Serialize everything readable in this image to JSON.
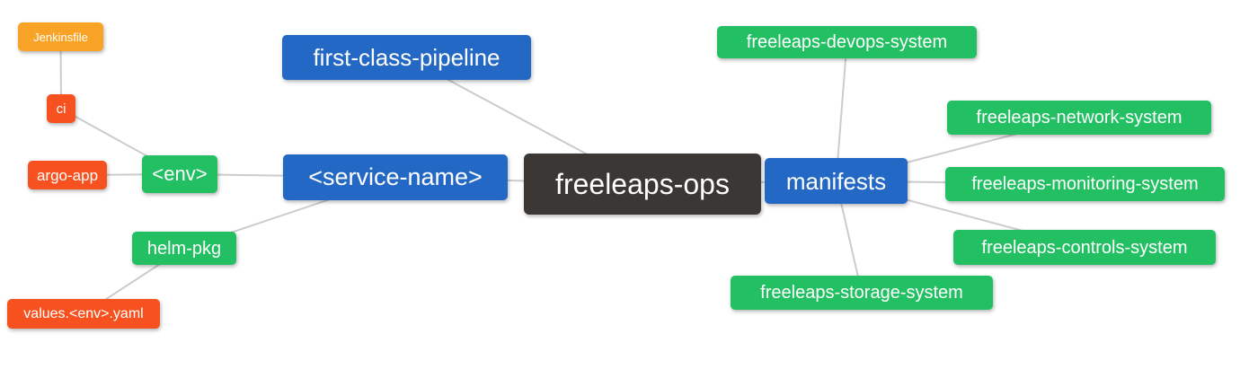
{
  "palette": {
    "root_bg": "#3b3735",
    "primary_bg": "#2368c4",
    "green_bg": "#23c063",
    "red_bg": "#f85120",
    "orange_bg": "#f9a326",
    "edge_color": "#cccccc",
    "text_color": "#ffffff"
  },
  "mindmap": {
    "root_id": "root",
    "nodes": {
      "jenkinsfile": {
        "label": "Jenkinsfile",
        "role": "orange"
      },
      "ci": {
        "label": "ci",
        "role": "red"
      },
      "argo-app": {
        "label": "argo-app",
        "role": "red"
      },
      "env": {
        "label": "<env>",
        "role": "green"
      },
      "service": {
        "label": "<service-name>",
        "role": "branch"
      },
      "pipeline": {
        "label": "first-class-pipeline",
        "role": "branch"
      },
      "root": {
        "label": "freeleaps-ops",
        "role": "root"
      },
      "manifests": {
        "label": "manifests",
        "role": "branch"
      },
      "helm": {
        "label": "helm-pkg",
        "role": "green"
      },
      "values": {
        "label": "values.<env>.yaml",
        "role": "red"
      },
      "devops": {
        "label": "freeleaps-devops-system",
        "role": "green"
      },
      "network": {
        "label": "freeleaps-network-system",
        "role": "green"
      },
      "monitoring": {
        "label": "freeleaps-monitoring-system",
        "role": "green"
      },
      "controls": {
        "label": "freeleaps-controls-system",
        "role": "green"
      },
      "storage": {
        "label": "freeleaps-storage-system",
        "role": "green"
      }
    },
    "edges": [
      [
        "jenkinsfile",
        "ci"
      ],
      [
        "ci",
        "env"
      ],
      [
        "argo-app",
        "env"
      ],
      [
        "env",
        "service"
      ],
      [
        "helm",
        "service"
      ],
      [
        "values",
        "helm"
      ],
      [
        "service",
        "root"
      ],
      [
        "pipeline",
        "root"
      ],
      [
        "root",
        "manifests"
      ],
      [
        "manifests",
        "devops"
      ],
      [
        "manifests",
        "network"
      ],
      [
        "manifests",
        "monitoring"
      ],
      [
        "manifests",
        "controls"
      ],
      [
        "manifests",
        "storage"
      ]
    ]
  }
}
